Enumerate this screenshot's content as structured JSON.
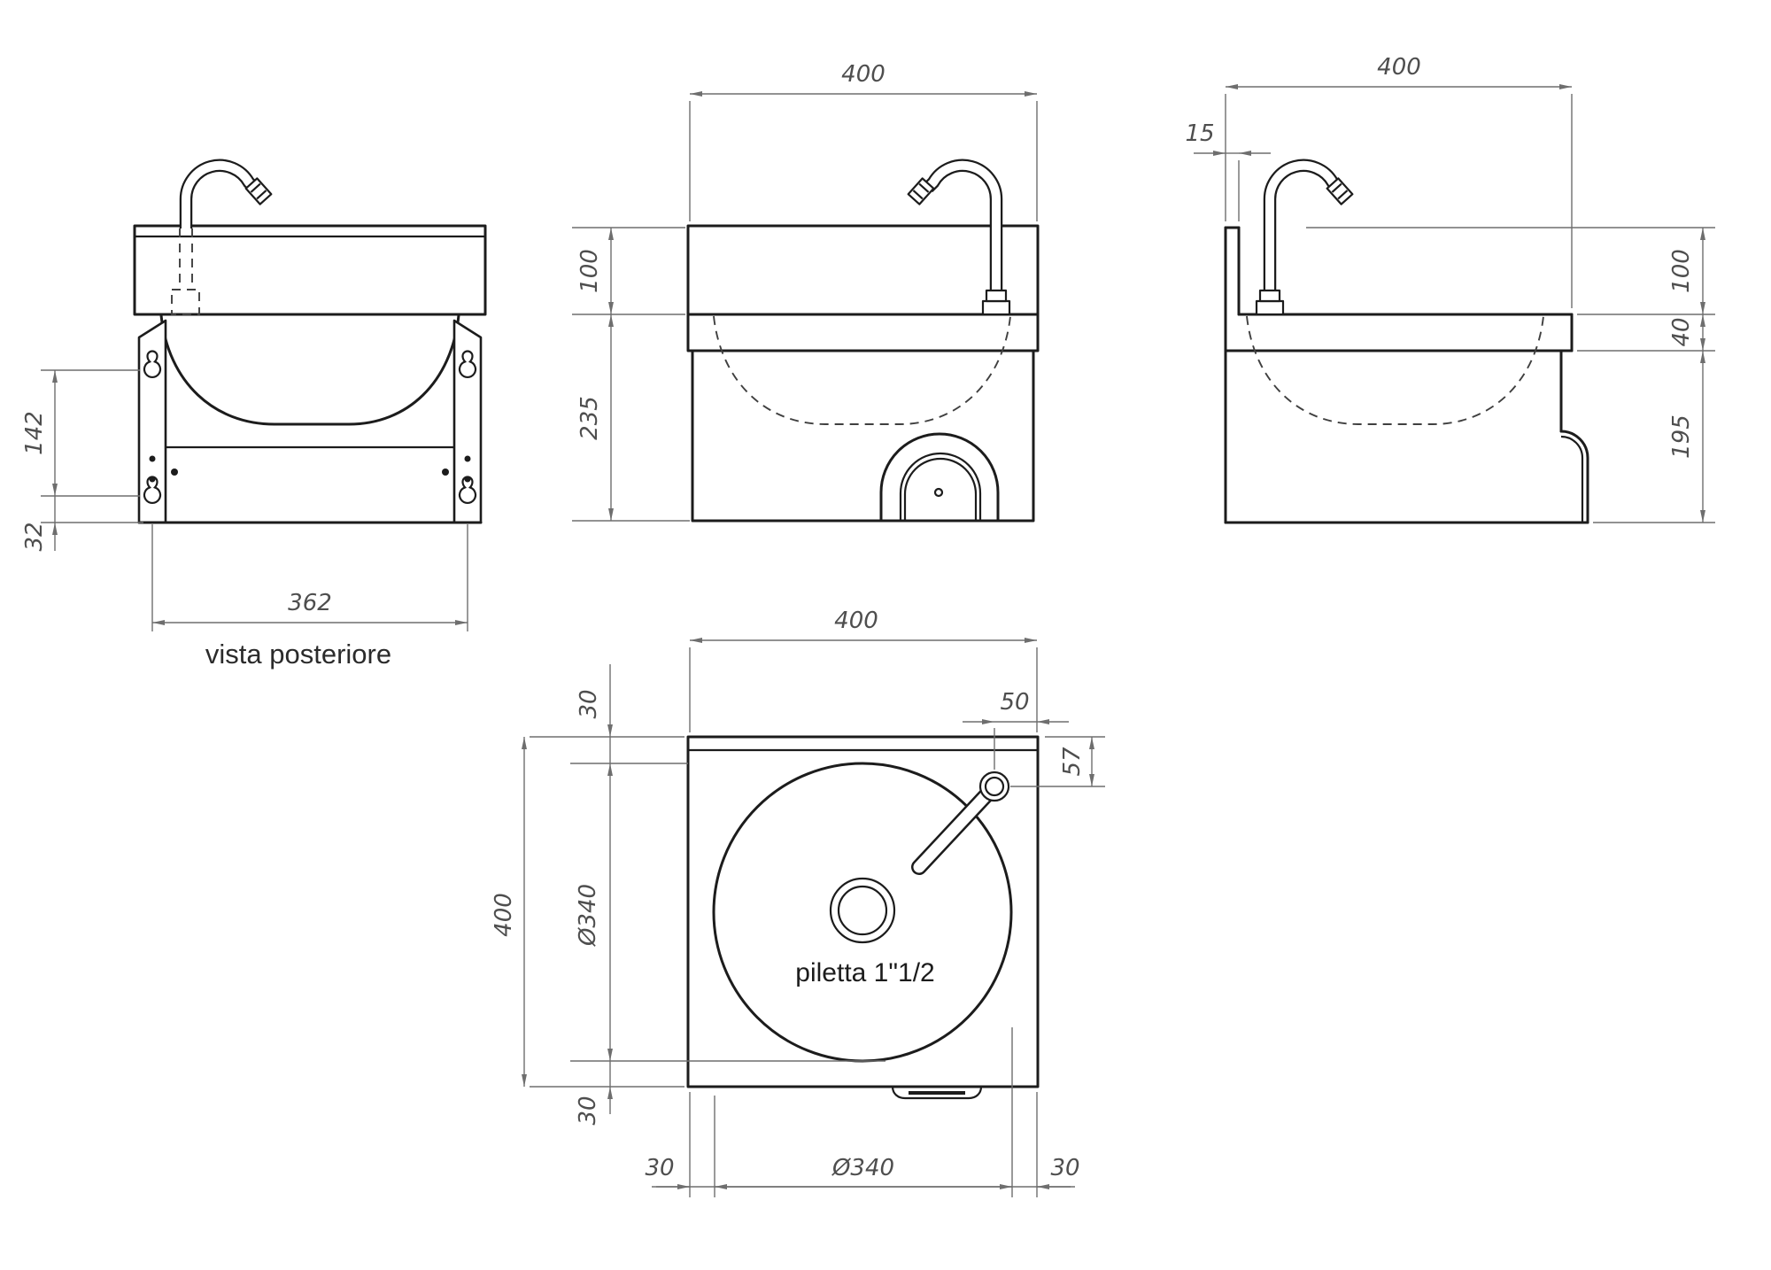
{
  "colors": {
    "background": "#ffffff",
    "object_line": "#1c1c1c",
    "hidden_line": "#3f3f3f",
    "dimension_line": "#6e6e6e",
    "dimension_text": "#4e4e4e",
    "caption_text": "#2b2b2b"
  },
  "views": {
    "rear": {
      "caption": "vista posteriore",
      "dims": {
        "keyhole_spacing": "142",
        "keyhole_to_bottom": "32",
        "bracket_span": "362"
      }
    },
    "front": {
      "dims": {
        "width": "400",
        "backsplash_height": "100",
        "body_height": "235"
      }
    },
    "side": {
      "dims": {
        "depth": "400",
        "rear_lip": "15",
        "backsplash_height": "100",
        "deck_thickness": "40",
        "body_height": "195"
      }
    },
    "top": {
      "drain_note": "piletta 1\"1/2",
      "dims": {
        "width": "400",
        "tap_to_right_edge": "50",
        "tap_to_back_edge": "57",
        "bowl_back_margin": "30",
        "depth": "400",
        "bowl_diameter_vertical": "Ø340",
        "bowl_front_margin": "30",
        "bowl_left_margin": "30",
        "bowl_diameter_horizontal": "Ø340",
        "bowl_right_margin": "30"
      }
    }
  }
}
